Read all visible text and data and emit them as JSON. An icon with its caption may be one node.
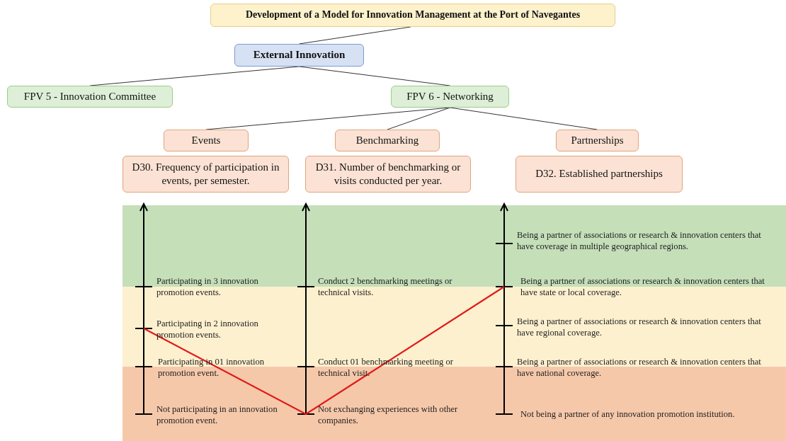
{
  "diagram": {
    "nodes": [
      {
        "text": [
          "Development of a Model for Innovation Management at the Port of Navegantes"
        ]
      },
      {
        "text": [
          "External Innovation"
        ]
      },
      {
        "text": [
          "FPV 5 - Innovation Committee"
        ]
      },
      {
        "text": [
          "FPV 6 - Networking"
        ]
      },
      {
        "text": [
          "Events"
        ]
      },
      {
        "text": [
          "Benchmarking"
        ]
      },
      {
        "text": [
          "Partnerships"
        ]
      },
      {
        "text": [
          "D30. Frequency of participation in events, per semester."
        ]
      },
      {
        "text": [
          "D31. Number of benchmarking or visits conducted per year."
        ]
      },
      {
        "text": [
          "D32. Established partnerships"
        ]
      }
    ],
    "edges": [
      {
        "from": 0,
        "to": 1,
        "arrow": "none"
      },
      {
        "from": 1,
        "to": 2,
        "arrow": "none"
      },
      {
        "from": 1,
        "to": 3,
        "arrow": "none"
      },
      {
        "from": 3,
        "to": 4,
        "arrow": "none"
      },
      {
        "from": 3,
        "to": 5,
        "arrow": "none"
      },
      {
        "from": 3,
        "to": 6,
        "arrow": "none"
      }
    ],
    "labels": [
      "Being a partner of associations or research & innovation centers that have coverage in multiple geographical regions.",
      "Participating in 3 innovation promotion events.",
      "Conduct 2 benchmarking meetings or technical visits.",
      "Being a partner of associations or research & innovation centers that have state or local coverage.",
      "Participating in 2 innovation promotion events.",
      "Being a partner of associations or research & innovation centers that have regional coverage.",
      "Participating in 01 innovation promotion event.",
      "Conduct 01 benchmarking meeting or technical visit.",
      "Being a partner of associations or research & innovation centers that have national coverage.",
      "Not participating in an innovation promotion event.",
      "Not exchanging experiences with other companies.",
      "Not being a partner of any innovation promotion institution."
    ]
  }
}
